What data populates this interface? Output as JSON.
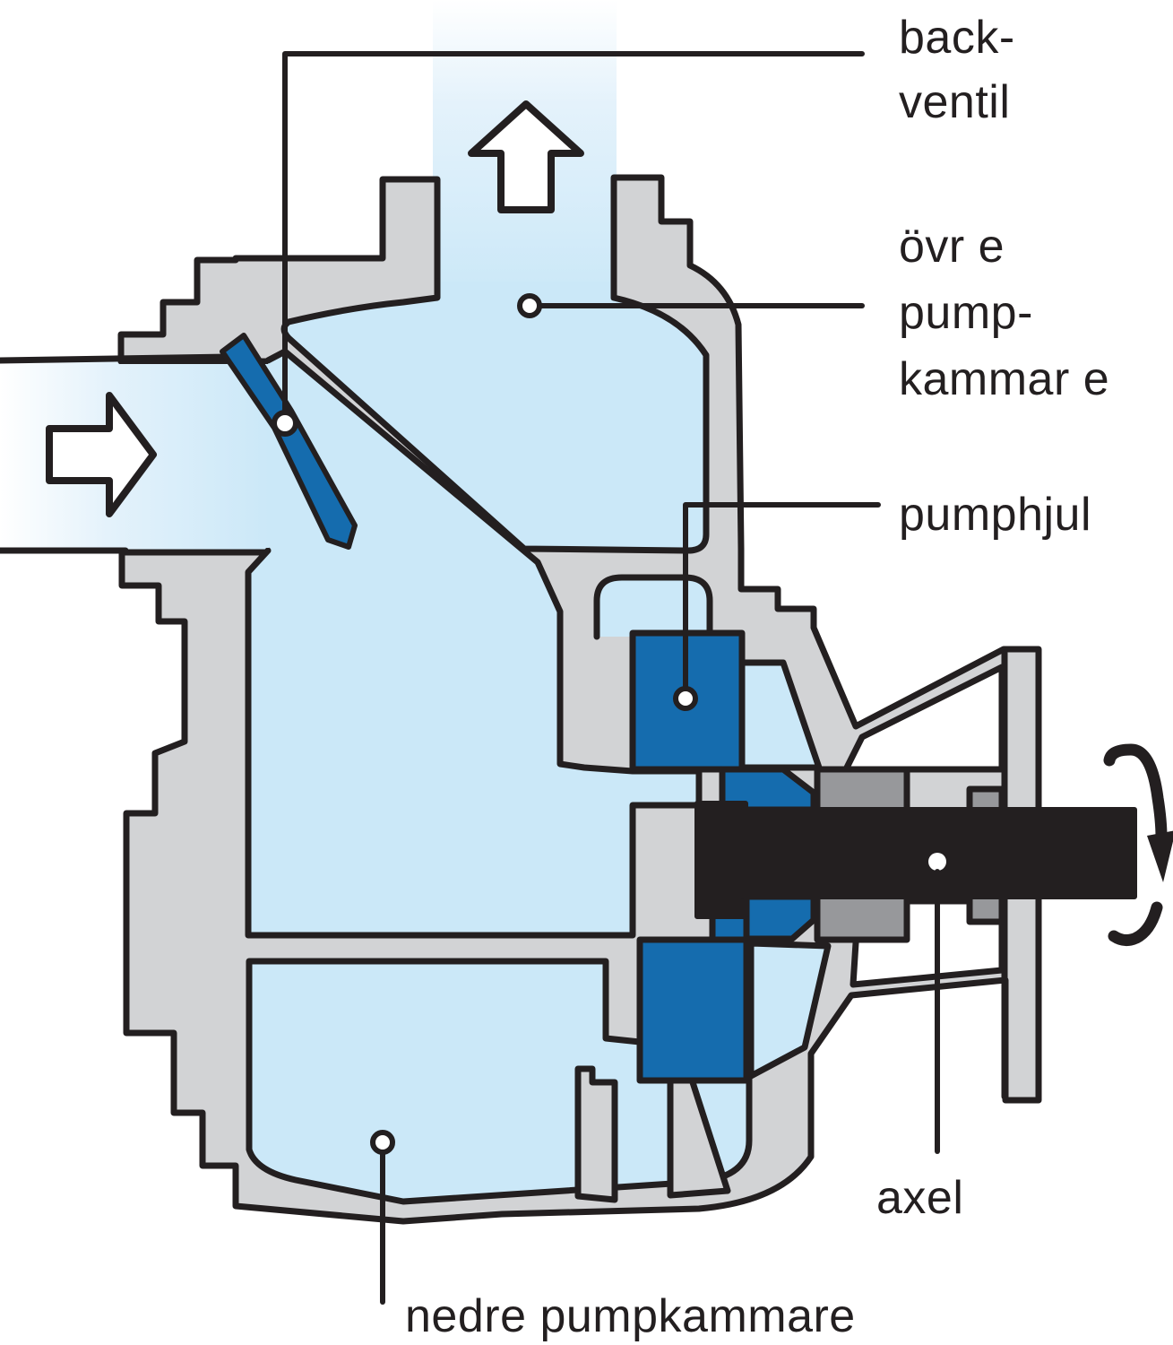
{
  "diagram": {
    "type": "pump-cross-section",
    "language": "sv",
    "labels": {
      "backventil": [
        "back-",
        "ventil"
      ],
      "ovre_pumpkammare": [
        "övr e",
        "pump-",
        "kammar e"
      ],
      "pumphjul": "pumphjul",
      "axel": "axel",
      "nedre_pumpkammare": "nedre pumpkammare"
    },
    "icons": {
      "inlet_arrow": "flow-arrow-right",
      "outlet_arrow": "flow-arrow-up",
      "rotation_arrow": "rotation-arrow"
    }
  },
  "colors": {
    "water": "#cbe8f8",
    "water_pale": "#f3fafe",
    "casting": "#d2d3d5",
    "casting_dark": "#97989b",
    "valve_blue": "#156cae",
    "shaft_black": "#231f20",
    "outline": "#231f20",
    "white": "#ffffff"
  }
}
